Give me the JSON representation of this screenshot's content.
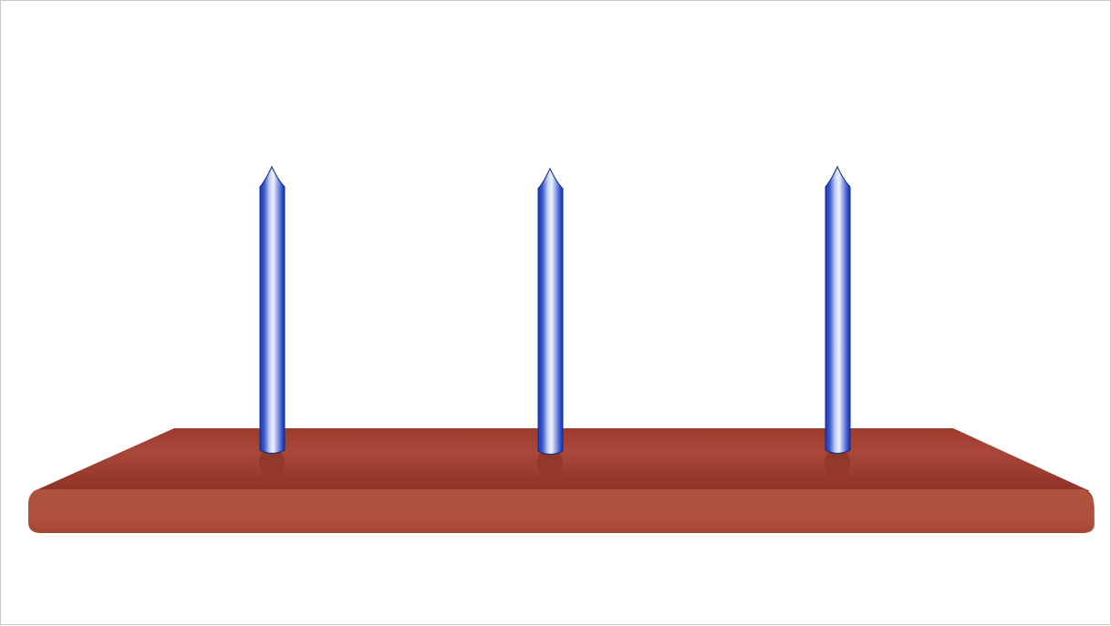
{
  "game": {
    "type": "tower-of-hanoi",
    "pegs": [
      {
        "id": "peg-left",
        "disks": []
      },
      {
        "id": "peg-middle",
        "disks": []
      },
      {
        "id": "peg-right",
        "disks": []
      }
    ],
    "colors": {
      "board_top": "#a8473a",
      "board_top_back": "#933528",
      "board_front": "#ad4f3b",
      "board_edge_dark": "#7e2c20",
      "peg_dark": "#1838b8",
      "peg_mid": "#5a72d8",
      "peg_light": "#dfe6fa",
      "peg_outline": "#102a8a",
      "border": "#c8c8c8",
      "background": "#ffffff"
    }
  }
}
